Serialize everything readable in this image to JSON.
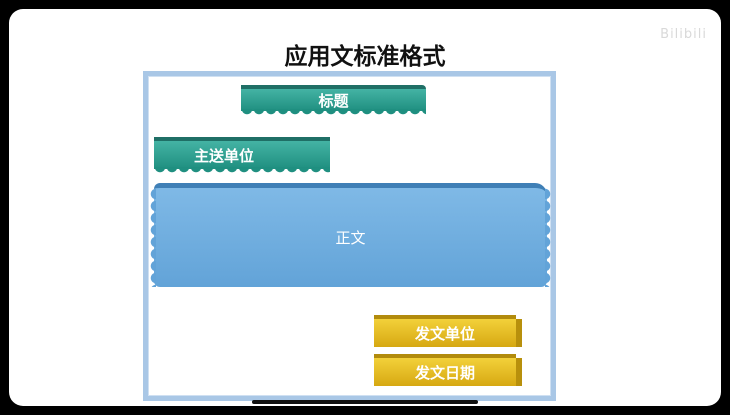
{
  "watermark": "Bilibili",
  "title": "应用文标准格式",
  "blocks": {
    "title_label": "标题",
    "sender_label": "主送单位",
    "body_label": "正文",
    "issuer_label": "发文单位",
    "date_label": "发文日期"
  },
  "colors": {
    "teal": "#2a9d8f",
    "blue": "#6fb0e0",
    "gold": "#e5bd24",
    "frame": "#a9c7e6"
  }
}
